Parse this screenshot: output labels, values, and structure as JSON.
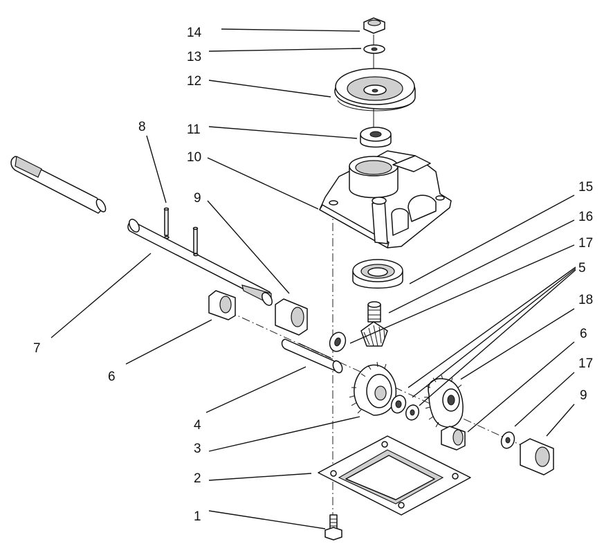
{
  "diagram": {
    "type": "exploded parts diagram",
    "callouts": [
      {
        "id": "c14",
        "text": "14"
      },
      {
        "id": "c13",
        "text": "13"
      },
      {
        "id": "c12",
        "text": "12"
      },
      {
        "id": "c11",
        "text": "11"
      },
      {
        "id": "c10",
        "text": "10"
      },
      {
        "id": "c8",
        "text": "8"
      },
      {
        "id": "c9a",
        "text": "9"
      },
      {
        "id": "c15",
        "text": "15"
      },
      {
        "id": "c16",
        "text": "16"
      },
      {
        "id": "c17a",
        "text": "17"
      },
      {
        "id": "c5",
        "text": "5"
      },
      {
        "id": "c18",
        "text": "18"
      },
      {
        "id": "c6b",
        "text": "6"
      },
      {
        "id": "c17b",
        "text": "17"
      },
      {
        "id": "c9b",
        "text": "9"
      },
      {
        "id": "c7",
        "text": "7"
      },
      {
        "id": "c6a",
        "text": "6"
      },
      {
        "id": "c4",
        "text": "4"
      },
      {
        "id": "c3",
        "text": "3"
      },
      {
        "id": "c2",
        "text": "2"
      },
      {
        "id": "c1",
        "text": "1"
      }
    ]
  }
}
